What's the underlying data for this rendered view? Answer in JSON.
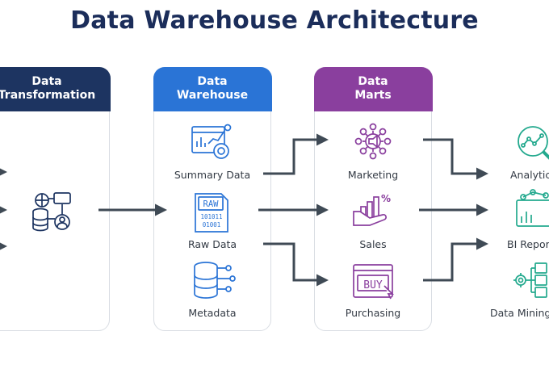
{
  "title": "Data Warehouse Architecture",
  "columns": {
    "transformation": {
      "header_line1": "Data",
      "header_line2": "Transformation",
      "color": "#1d3461"
    },
    "warehouse": {
      "header_line1": "Data",
      "header_line2": "Warehouse",
      "color": "#2a74d6",
      "items": [
        "Summary Data",
        "Raw Data",
        "Metadata"
      ]
    },
    "marts": {
      "header_line1": "Data",
      "header_line2": "Marts",
      "color": "#8a3f9e",
      "items": [
        "Marketing",
        "Sales",
        "Purchasing"
      ]
    },
    "outputs": {
      "items": [
        "Analytics",
        "BI Reporting",
        "Data Mining"
      ],
      "color": "#23a98e"
    }
  },
  "icons": {
    "raw_text": "RAW",
    "raw_bits_1": "101011",
    "raw_bits_2": "01001",
    "buy_text": "BUY",
    "percent_text": "%"
  }
}
